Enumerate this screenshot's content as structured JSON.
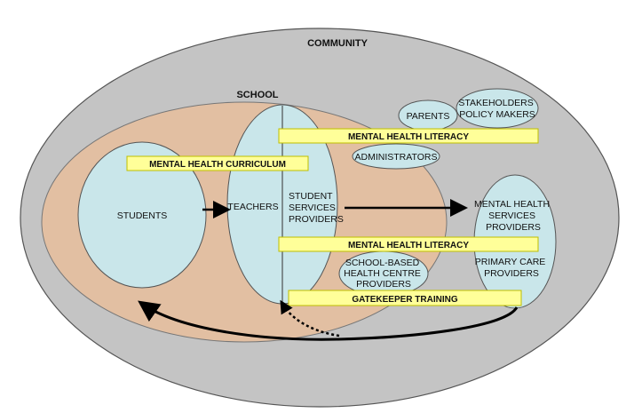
{
  "colors": {
    "community_fill": "#C4C4C4",
    "school_fill": "#E2BFA2",
    "ellipse_fill": "#C9E6EA",
    "band_fill": "#FFFF99",
    "band_border": "#BFBF00",
    "arrow": "#000000"
  },
  "labels": {
    "community": "COMMUNITY",
    "school": "SCHOOL",
    "students": "STUDENTS",
    "teachers": "TEACHERS",
    "student_services": [
      "STUDENT",
      "SERVICES",
      "PROVIDERS"
    ],
    "parents": "PARENTS",
    "stakeholders": [
      "STAKEHOLDERS",
      "POLICY MAKERS"
    ],
    "administrators": "ADMINISTRATORS",
    "mh_services": [
      "MENTAL HEALTH",
      "SERVICES",
      "PROVIDERS"
    ],
    "primary_care": [
      "PRIMARY CARE",
      "PROVIDERS"
    ],
    "school_health": [
      "SCHOOL-BASED",
      "HEALTH CENTRE",
      "PROVIDERS"
    ]
  },
  "bands": {
    "literacy_top": "MENTAL HEALTH LITERACY",
    "curriculum": "MENTAL HEALTH CURRICULUM",
    "literacy_mid": "MENTAL HEALTH LITERACY",
    "gatekeeper": "GATEKEEPER TRAINING"
  }
}
